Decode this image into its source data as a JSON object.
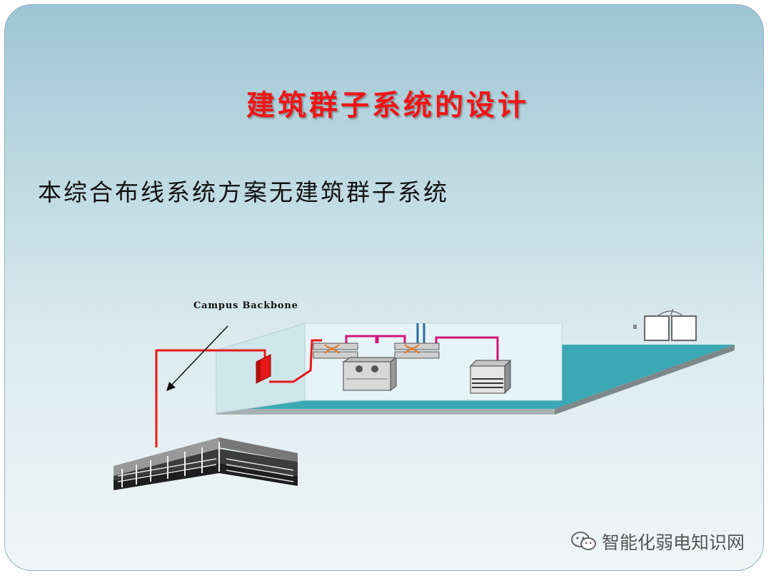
{
  "slide": {
    "title": "建筑群子系统的设计",
    "body": "本综合布线系统方案无建筑群子系统"
  },
  "diagram": {
    "backbone_label": "Campus Backbone",
    "colors": {
      "cable_red": "#e81818",
      "cable_pink": "#d4157a",
      "floor_teal": "#3aa9b4",
      "wall": "#e7f4f7"
    },
    "icons": [
      "arrow-icon",
      "patch-panel-icon",
      "network-switch-icon",
      "server-icon",
      "workstation-monitor-icon",
      "campus-building-icon"
    ]
  },
  "watermark": {
    "text": "智能化弱电知识网",
    "icon": "wechat-icon"
  }
}
